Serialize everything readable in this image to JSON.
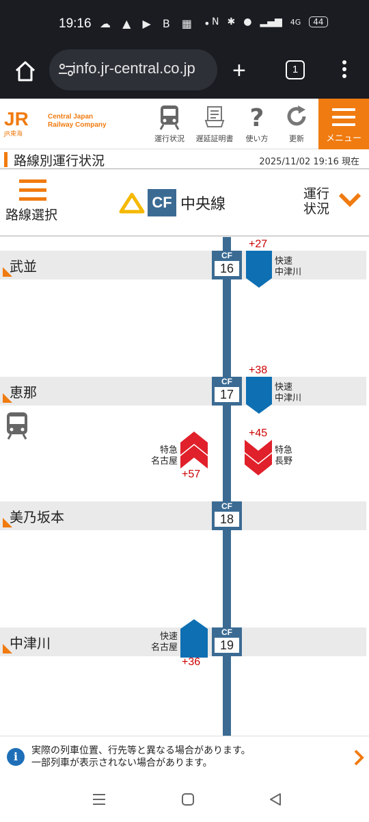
{
  "status": {
    "time": "19:16",
    "net_label": "4G",
    "battery": "44"
  },
  "browser": {
    "url": "info.jr-central.co.jp",
    "tab_count": "1"
  },
  "header": {
    "logo_text": "JR",
    "logo_sub": "JR東海",
    "company_line1": "Central Japan",
    "company_line2": "Railway Company",
    "nav": [
      {
        "label": "運行状況",
        "icon": "train-icon"
      },
      {
        "label": "遅延証明書",
        "icon": "certificate-icon"
      },
      {
        "label": "使い方",
        "icon": "help-icon"
      },
      {
        "label": "更新",
        "icon": "refresh-icon"
      }
    ],
    "menu_label": "メニュー"
  },
  "page": {
    "title": "路線別運行状況",
    "timestamp": "2025/11/02 19:16 現在"
  },
  "line": {
    "route_select_label": "路線選択",
    "code": "CF",
    "name": "中央線",
    "status_label_1": "運行",
    "status_label_2": "状況",
    "warning_color": "#f5b800",
    "line_color": "#3b6b93",
    "accent_color": "#f07b10"
  },
  "stations": [
    {
      "name": "武並",
      "code": "CF",
      "number": "16"
    },
    {
      "name": "恵那",
      "code": "CF",
      "number": "17"
    },
    {
      "name": "美乃坂本",
      "code": "CF",
      "number": "18"
    },
    {
      "name": "中津川",
      "code": "CF",
      "number": "19"
    }
  ],
  "trains": [
    {
      "delay": "+27",
      "type": "快速",
      "dest": "中津川",
      "color": "#0e6fb3",
      "direction": "down"
    },
    {
      "delay": "+38",
      "type": "快速",
      "dest": "中津川",
      "color": "#0e6fb3",
      "direction": "down"
    },
    {
      "delay": "+45",
      "type": "特急",
      "dest": "長野",
      "color": "#e0202a",
      "direction": "down"
    },
    {
      "delay": "+57",
      "type": "特急",
      "dest": "名古屋",
      "color": "#e0202a",
      "direction": "up"
    },
    {
      "delay": "+36",
      "type": "快速",
      "dest": "名古屋",
      "color": "#0e6fb3",
      "direction": "up"
    }
  ],
  "info": {
    "line1": "実際の列車位置、行先等と異なる場合があります。",
    "line2": "一部列車が表示されない場合があります。"
  }
}
